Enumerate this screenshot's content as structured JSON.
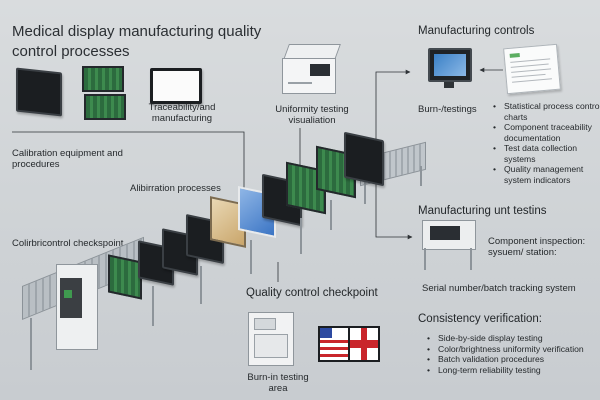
{
  "title": "Medical display manufacturing quality control processes",
  "labels": {
    "traceability": "Traceability/and manufacturing",
    "uniformity": "Uniformity testing visualiation",
    "calibration_equipment": "Calibration equipment and procedures",
    "calibration_processes": "Alibirration processes",
    "calibration_checkpoint": "Colirbricontrol checkspoint",
    "quality_checkpoint": "Quality control checkpoint",
    "burn_in_area": "Burn-in testing area",
    "burn_testings": "Burn-/testings",
    "component_station": "Component inspection: sysuem/ station:",
    "serial_tracking": "Serial number/batch tracking system"
  },
  "manufacturing_controls": {
    "heading": "Manufacturing controls",
    "items": [
      "Statistical process control charts",
      "Component traceability documentation",
      "Test data collection systems",
      "Quality management system indicators"
    ]
  },
  "unit_testing": {
    "heading": "Manufacturing unt testins"
  },
  "consistency": {
    "heading": "Consistency verification:",
    "items": [
      "Side-by-side display testing",
      "Color/brightness uniformity verification",
      "Batch validation procedures",
      "Long-term reliability testing"
    ]
  }
}
